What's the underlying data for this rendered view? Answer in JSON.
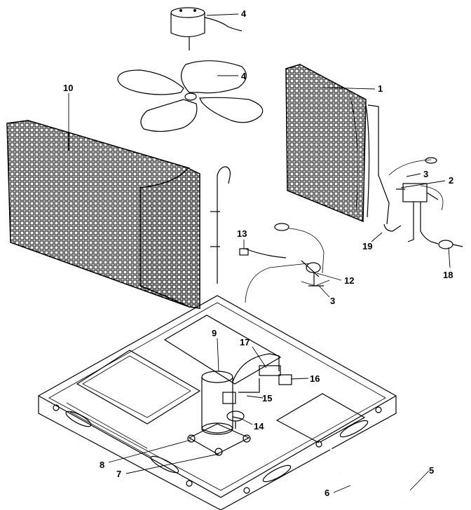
{
  "callouts": {
    "c1": "1",
    "c2": "2",
    "c3a": "3",
    "c3b": "3",
    "c4a": "4",
    "c4b": "4",
    "c5": "5",
    "c6": "6",
    "c7": "7",
    "c8": "8",
    "c9": "9",
    "c10": "10",
    "c12": "12",
    "c13": "13",
    "c14": "14",
    "c15": "15",
    "c16": "16",
    "c17": "17",
    "c18": "18",
    "c19": "19"
  }
}
